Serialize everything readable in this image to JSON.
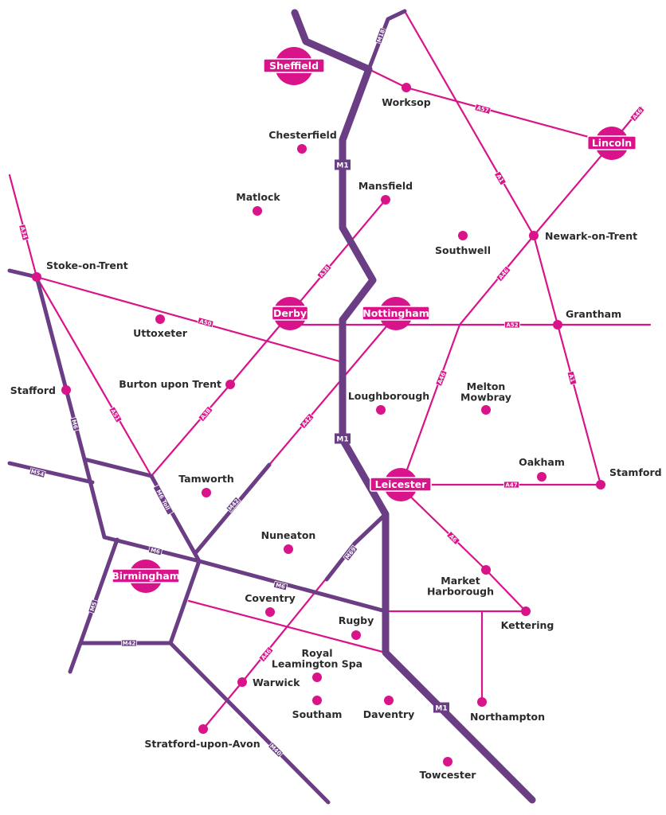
{
  "map": {
    "colors": {
      "motorway": "#6b3d84",
      "a_road": "#d9138a",
      "town_dot": "#d9138a",
      "city_circle": "#d9138a",
      "label": "#2b2b2b",
      "background": "#ffffff"
    },
    "cities": [
      {
        "id": "sheffield",
        "name": "Sheffield"
      },
      {
        "id": "lincoln",
        "name": "Lincoln"
      },
      {
        "id": "derby",
        "name": "Derby"
      },
      {
        "id": "nottingham",
        "name": "Nottingham"
      },
      {
        "id": "leicester",
        "name": "Leicester"
      },
      {
        "id": "birmingham",
        "name": "Birmingham"
      }
    ],
    "towns": [
      {
        "id": "worksop",
        "name": "Worksop"
      },
      {
        "id": "chesterfield",
        "name": "Chesterfield"
      },
      {
        "id": "matlock",
        "name": "Matlock"
      },
      {
        "id": "mansfield",
        "name": "Mansfield"
      },
      {
        "id": "southwell",
        "name": "Southwell"
      },
      {
        "id": "newark",
        "name": "Newark-on-Trent"
      },
      {
        "id": "stoke",
        "name": "Stoke-on-Trent"
      },
      {
        "id": "uttoxeter",
        "name": "Uttoxeter"
      },
      {
        "id": "grantham",
        "name": "Grantham"
      },
      {
        "id": "stafford",
        "name": "Stafford"
      },
      {
        "id": "burton",
        "name": "Burton upon Trent"
      },
      {
        "id": "loughborough",
        "name": "Loughborough"
      },
      {
        "id": "melton",
        "name": "Melton Mowbray",
        "lines": [
          "Melton",
          "Mowbray"
        ]
      },
      {
        "id": "tamworth",
        "name": "Tamworth"
      },
      {
        "id": "oakham",
        "name": "Oakham"
      },
      {
        "id": "stamford",
        "name": "Stamford"
      },
      {
        "id": "nuneaton",
        "name": "Nuneaton"
      },
      {
        "id": "market_harborough",
        "name": "Market Harborough",
        "lines": [
          "Market",
          "Harborough"
        ]
      },
      {
        "id": "coventry",
        "name": "Coventry"
      },
      {
        "id": "rugby",
        "name": "Rugby"
      },
      {
        "id": "kettering",
        "name": "Kettering"
      },
      {
        "id": "leamington",
        "name": "Royal Leamington Spa",
        "lines": [
          "Royal",
          "Leamington Spa"
        ]
      },
      {
        "id": "warwick",
        "name": "Warwick"
      },
      {
        "id": "southam",
        "name": "Southam"
      },
      {
        "id": "daventry",
        "name": "Daventry"
      },
      {
        "id": "northampton",
        "name": "Northampton"
      },
      {
        "id": "stratford",
        "name": "Stratford-upon-Avon"
      },
      {
        "id": "towcester",
        "name": "Towcester"
      }
    ],
    "motorways": [
      {
        "id": "m1",
        "name": "M1",
        "shield_count": 3
      },
      {
        "id": "m18",
        "name": "M18"
      },
      {
        "id": "m6",
        "name": "M6"
      },
      {
        "id": "m6_toll",
        "name": "M6 Toll"
      },
      {
        "id": "m54",
        "name": "M54"
      },
      {
        "id": "m42",
        "name": "M42"
      },
      {
        "id": "m5",
        "name": "M5"
      },
      {
        "id": "m40",
        "name": "M40"
      },
      {
        "id": "m69",
        "name": "M69"
      }
    ],
    "a_roads": [
      {
        "id": "a57",
        "name": "A57"
      },
      {
        "id": "a46",
        "name": "A46"
      },
      {
        "id": "a1",
        "name": "A1"
      },
      {
        "id": "a34",
        "name": "A34"
      },
      {
        "id": "a38",
        "name": "A38"
      },
      {
        "id": "a50",
        "name": "A50"
      },
      {
        "id": "a52",
        "name": "A52"
      },
      {
        "id": "a51",
        "name": "A51"
      },
      {
        "id": "a42",
        "name": "A42"
      },
      {
        "id": "a47",
        "name": "A47"
      },
      {
        "id": "a6",
        "name": "A6"
      }
    ]
  }
}
